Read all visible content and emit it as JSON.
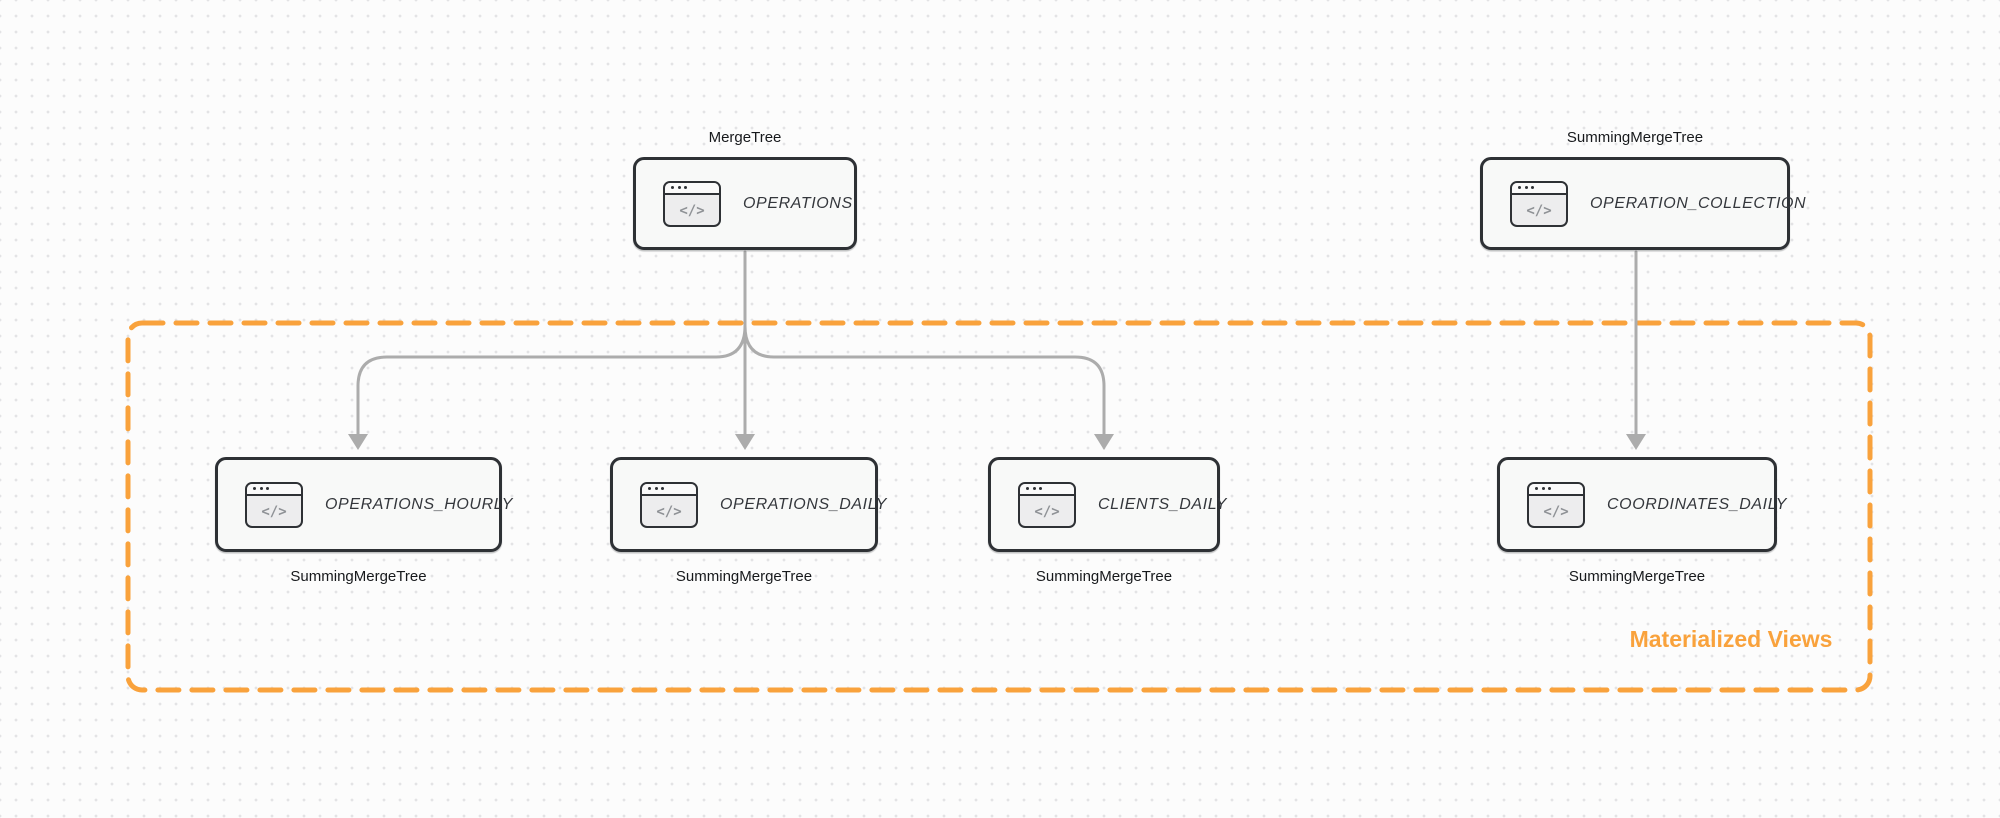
{
  "diagram": {
    "title": "Materialized views flow diagram",
    "group_label": "Materialized Views",
    "icon": {
      "name": "code-window-icon",
      "glyph": "</>"
    },
    "colors": {
      "accent_orange": "#F9A23C",
      "arrow_gray": "#ACACAC",
      "node_border": "#2E3135",
      "node_fill": "#F8F9F8",
      "canvas_bg": "#FCFCFC"
    },
    "nodes": [
      {
        "id": "operations",
        "table": "OPERATIONS",
        "engine": "MergeTree",
        "engine_position": "above"
      },
      {
        "id": "operation_collection",
        "table": "OPERATION_COLLECTION",
        "engine": "SummingMergeTree",
        "engine_position": "above"
      },
      {
        "id": "operations_hourly",
        "table": "OPERATIONS_HOURLY",
        "engine": "SummingMergeTree",
        "engine_position": "below"
      },
      {
        "id": "operations_daily",
        "table": "OPERATIONS_DAILY",
        "engine": "SummingMergeTree",
        "engine_position": "below"
      },
      {
        "id": "clients_daily",
        "table": "CLIENTS_DAILY",
        "engine": "SummingMergeTree",
        "engine_position": "below"
      },
      {
        "id": "coordinates_daily",
        "table": "COORDINATES_DAILY",
        "engine": "SummingMergeTree",
        "engine_position": "below"
      }
    ],
    "edges": [
      {
        "from": "OPERATIONS",
        "to": "OPERATIONS_HOURLY"
      },
      {
        "from": "OPERATIONS",
        "to": "OPERATIONS_DAILY"
      },
      {
        "from": "OPERATIONS",
        "to": "CLIENTS_DAILY"
      },
      {
        "from": "OPERATION_COLLECTION",
        "to": "COORDINATES_DAILY"
      }
    ],
    "group_members": [
      "OPERATIONS_HOURLY",
      "OPERATIONS_DAILY",
      "CLIENTS_DAILY",
      "COORDINATES_DAILY"
    ]
  }
}
